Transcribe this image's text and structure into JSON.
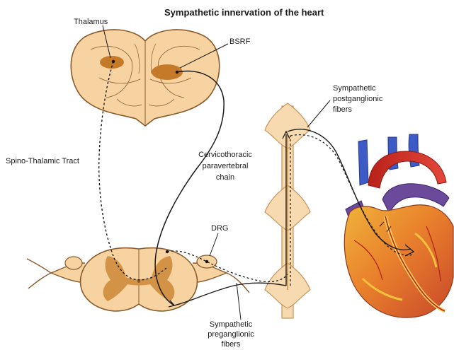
{
  "title": "Sympathetic innervation of the heart",
  "labels": {
    "thalamus": "Thalamus",
    "bsrf": "BSRF",
    "spino_thalamic": "Spino-Thalamic Tract",
    "chain": [
      "Cervicothoracic",
      "paravertebral",
      "chain"
    ],
    "postganglionic": [
      "Sympathetic",
      "postganglionic",
      "fibers"
    ],
    "drg": "DRG",
    "preganglionic": [
      "Sympathetic",
      "preganglionic",
      "fibers"
    ]
  },
  "colors": {
    "tissue_fill": "#f6d3a0",
    "tissue_outline": "#8a5a2b",
    "nucleus": "#c57a2a",
    "gray_matter": "#d39346",
    "chain_fill": "#f8dab0",
    "heart_red": "#d8362a",
    "heart_orange": "#e98b2b",
    "heart_yellow": "#f3c23c",
    "vessel_blue": "#3d5bc6",
    "vessel_purple": "#6b4a9c"
  }
}
